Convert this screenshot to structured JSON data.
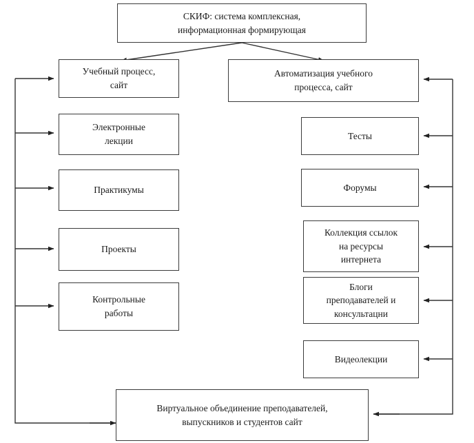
{
  "diagram": {
    "title_box": {
      "id": "root",
      "label": "СКИФ: система комплексная, информационная формирующая",
      "line1": "СКИФ: система комплексная,",
      "line2": "информационная формирующая"
    },
    "left_column": [
      {
        "id": "uchebny-process",
        "label": "Учебный процесс, сайт",
        "line1": "Учебный процесс,",
        "line2": "сайт"
      },
      {
        "id": "elektronnye-lekcii",
        "label": "Электронные лекции",
        "line1": "Электронные",
        "line2": "лекции"
      },
      {
        "id": "praktikumy",
        "label": "Практикумы",
        "line1": "Практикумы",
        "line2": ""
      },
      {
        "id": "proekty",
        "label": "Проекты",
        "line1": "Проекты",
        "line2": ""
      },
      {
        "id": "kontrolnye-raboty",
        "label": "Контрольные работы",
        "line1": "Контрольные",
        "line2": "работы"
      }
    ],
    "right_column": [
      {
        "id": "avtomatizaciya",
        "label": "Автоматизация учебного процесса, сайт",
        "line1": "Автоматизация учебного",
        "line2": "процесса, сайт",
        "line3": ""
      },
      {
        "id": "testy",
        "label": "Тесты",
        "line1": "Тесты",
        "line2": "",
        "line3": ""
      },
      {
        "id": "forumy",
        "label": "Форумы",
        "line1": "Форумы",
        "line2": "",
        "line3": ""
      },
      {
        "id": "kollekciya-ssylok",
        "label": "Коллекция ссылок на ресурсы интернета",
        "line1": "Коллекция ссылок",
        "line2": "на ресурсы",
        "line3": "интернета"
      },
      {
        "id": "blogi",
        "label": "Блоги преподавателей и консультации",
        "line1": "Блоги",
        "line2": "преподавателей и",
        "line3": "консультацни"
      },
      {
        "id": "videolekcii",
        "label": "Видеолекции",
        "line1": "Видеолекции",
        "line2": "",
        "line3": ""
      }
    ],
    "bottom_box": {
      "id": "virtualnoe-obedinenie",
      "label": "Виртуальное объединение преподавателей, выпускников и студентов сайт",
      "line1": "Виртуальное объединение преподавателей,",
      "line2": "выпускников и студентов сайт"
    },
    "colors": {
      "box_border": "#3a3a3a",
      "edge": "#333333",
      "background": "#ffffff",
      "text": "#1a1a1a"
    }
  }
}
